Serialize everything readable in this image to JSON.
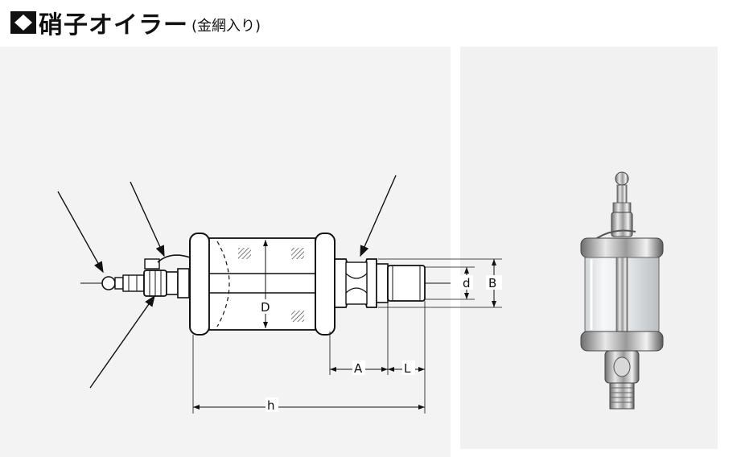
{
  "header": {
    "icon": "diamond-icon",
    "title": "硝子オイラー",
    "subtitle": "(金網入り)"
  },
  "diagram": {
    "labels": {
      "D": "D",
      "d": "d",
      "B": "B",
      "A": "A",
      "L": "L",
      "h": "h"
    }
  },
  "photo": {
    "subject": "glass-oiler-photo"
  }
}
